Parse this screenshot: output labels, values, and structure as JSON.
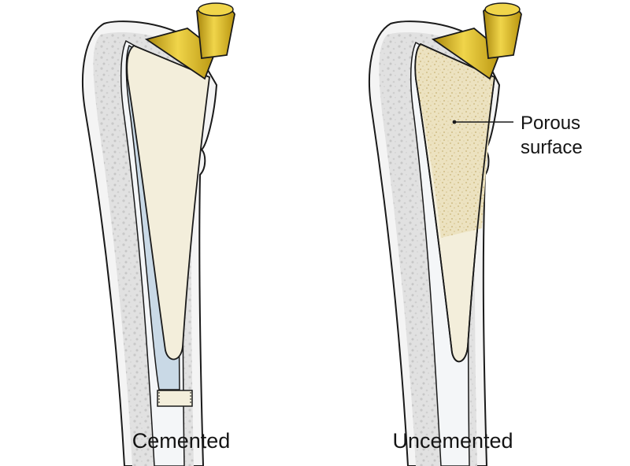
{
  "captions": {
    "left": "Cemented",
    "right": "Uncemented"
  },
  "callout": {
    "line1": "Porous",
    "line2": "surface"
  },
  "colors": {
    "bone_outer": "#f2f2f2",
    "bone_cancellous": "#dcdcdc",
    "cortical_inner": "#f4f6f8",
    "cement": "#c9d9e6",
    "stem": "#f3eedb",
    "porous_coating": "#e9dcb3",
    "neck_gold": "#c9a61a",
    "neck_gold_light": "#f0d54a",
    "outline": "#1a1a1a"
  }
}
